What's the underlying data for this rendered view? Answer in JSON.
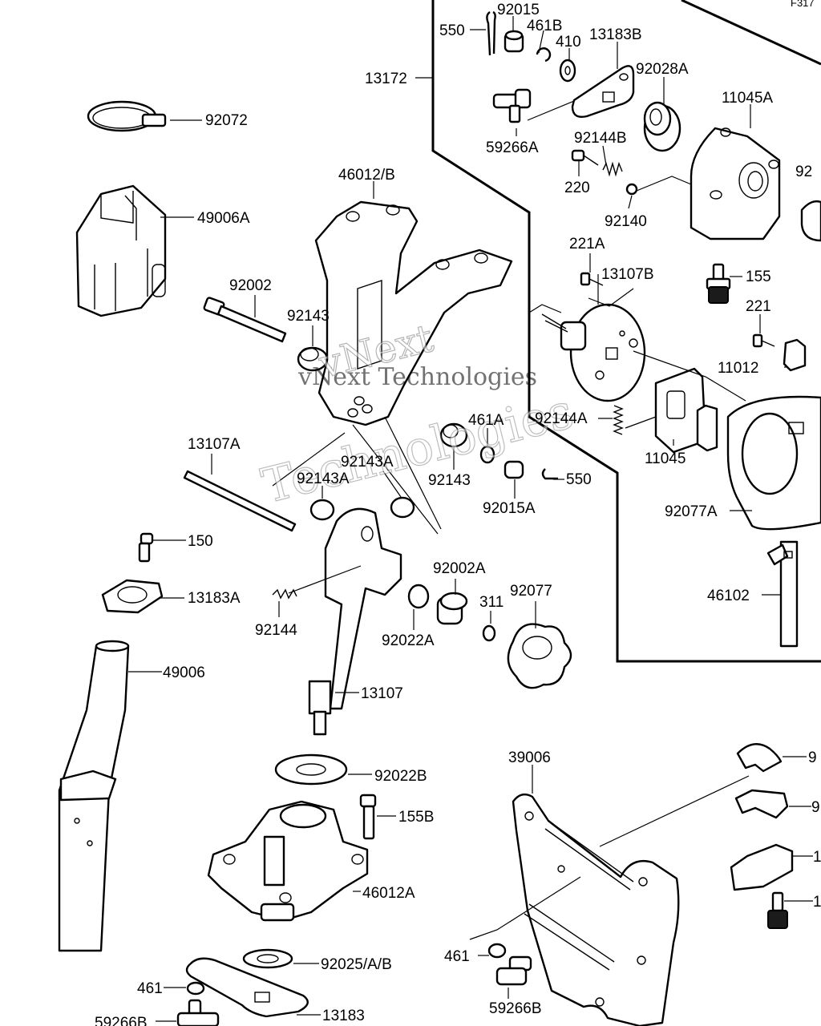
{
  "page_code": "F317",
  "watermark": {
    "line1": "vNext Technologies",
    "line2": "vNext",
    "line3": "Technologies"
  },
  "part_labels": {
    "p92015": "92015",
    "p550_top": "550",
    "p461B": "461B",
    "p410": "410",
    "p13183B": "13183B",
    "p13172": "13172",
    "p92028A": "92028A",
    "p11045A": "11045A",
    "p92_right": "92",
    "p59266A": "59266A",
    "p92144B": "92144B",
    "p220": "220",
    "p92140": "92140",
    "p92072": "92072",
    "p49006A": "49006A",
    "p46012B": "46012/B",
    "p221A": "221A",
    "p13107B": "13107B",
    "p155": "155",
    "p221": "221",
    "p11012": "11012",
    "p92002": "92002",
    "p92143_top": "92143",
    "p461A": "461A",
    "p92144A": "92144A",
    "p11045": "11045",
    "p13107A": "13107A",
    "p92143A_a": "92143A",
    "p92143A_b": "92143A",
    "p92143_mid": "92143",
    "p550_mid": "550",
    "p92015A": "92015A",
    "p92077A": "92077A",
    "p150": "150",
    "p13183A": "13183A",
    "p92002A": "92002A",
    "p311": "311",
    "p92077": "92077",
    "p46102": "46102",
    "p92144": "92144",
    "p92022A": "92022A",
    "p49006": "49006",
    "p13107": "13107",
    "p39006": "39006",
    "p92_r1": "9",
    "p92_r2": "9",
    "p1_r3": "1",
    "p1_r4": "1",
    "p92022B": "92022B",
    "p155B": "155B",
    "p46012A": "46012A",
    "p92025AB": "92025/A/B",
    "p461_bottom": "461",
    "p461_left": "461",
    "p59266B": "59266B",
    "p13183": "13183",
    "p59266B_left": "59266B"
  }
}
